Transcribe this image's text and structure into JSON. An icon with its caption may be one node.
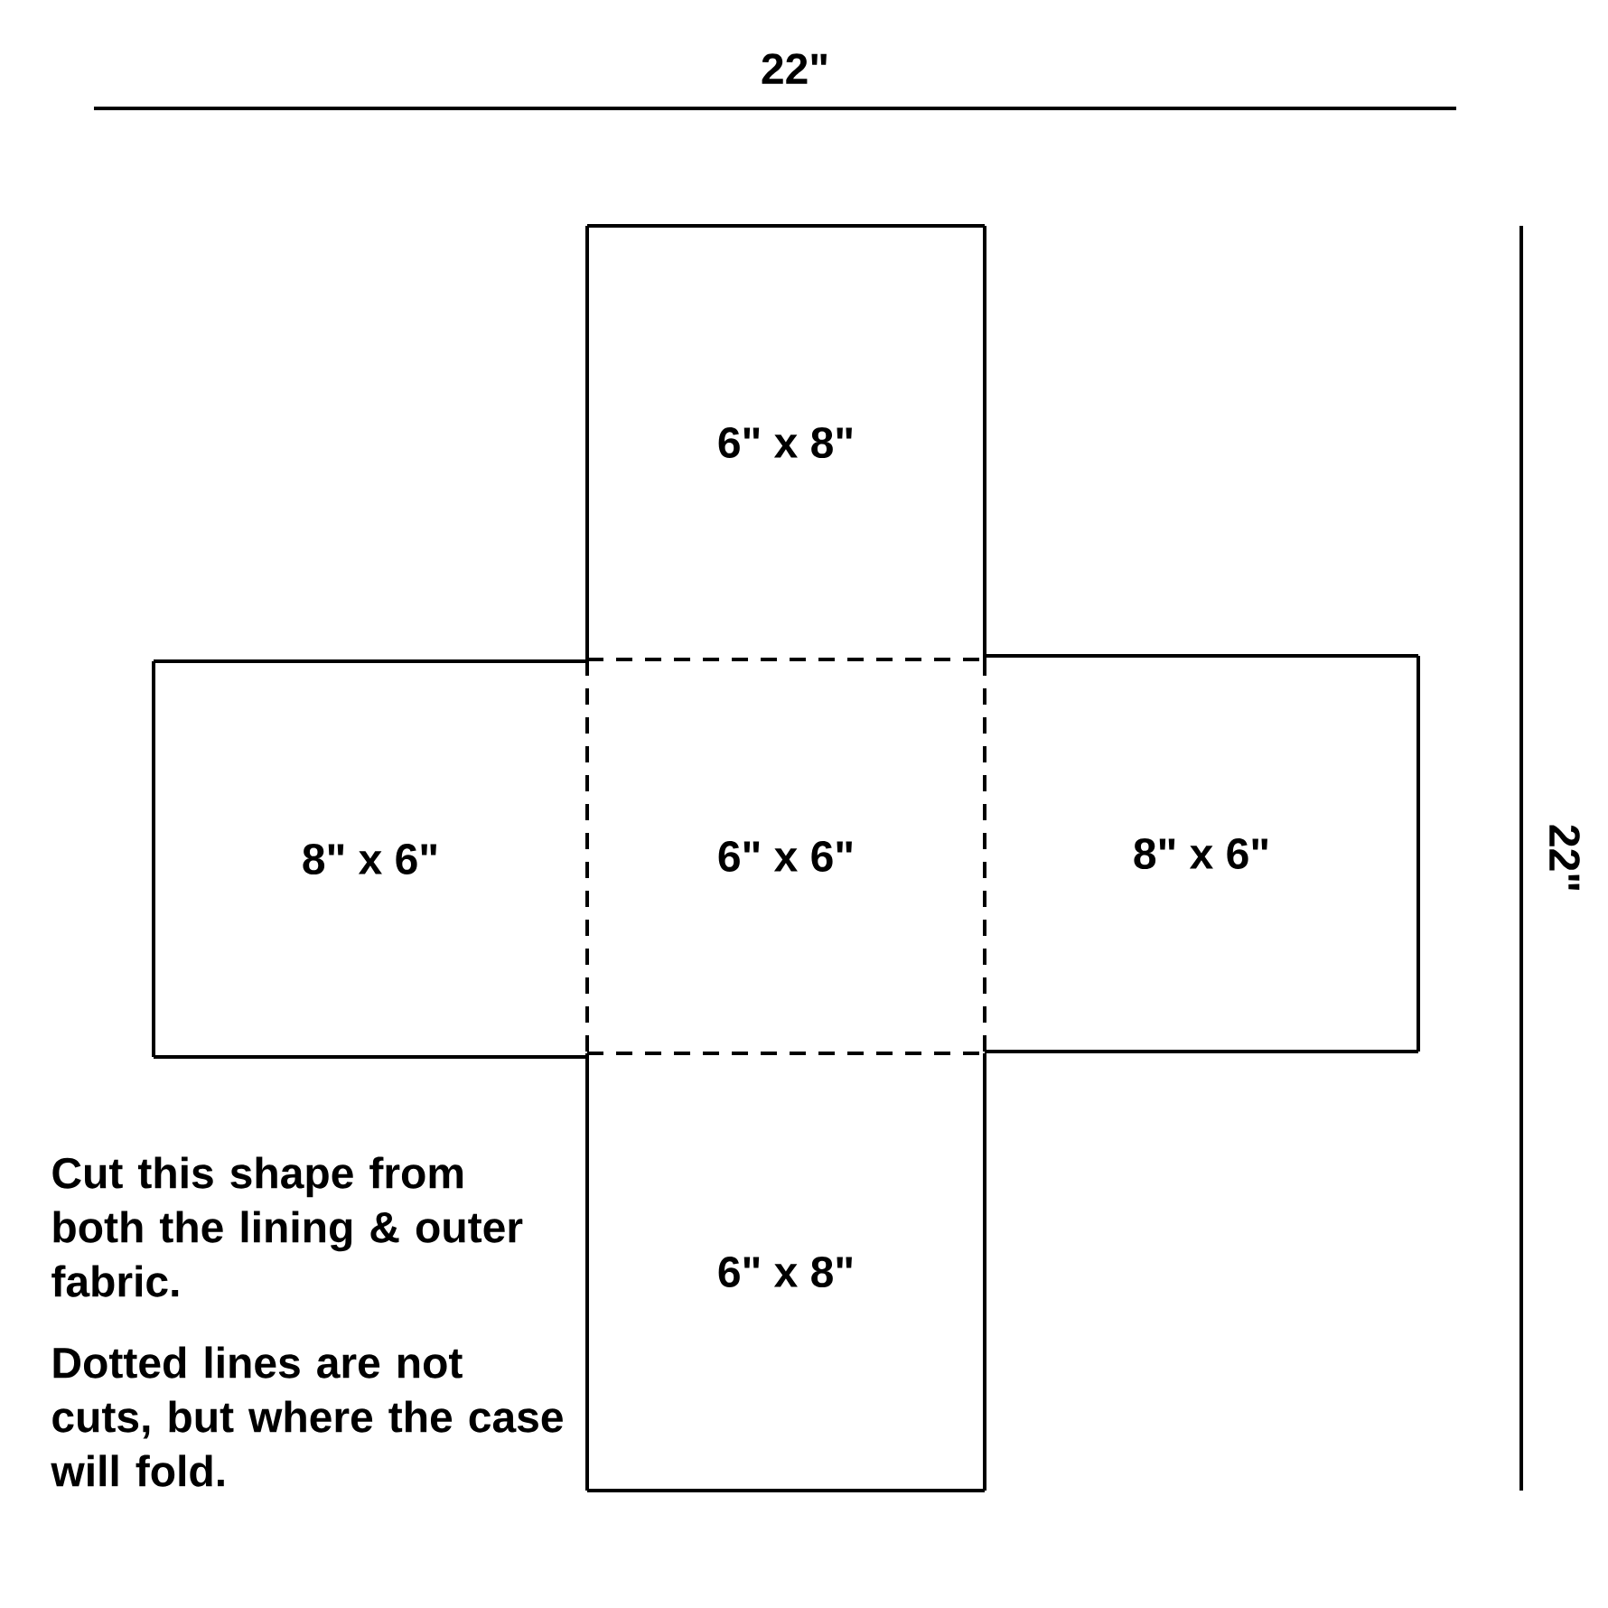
{
  "diagram": {
    "nodes": [
      {
        "text": [
          "6\" x 8\""
        ]
      },
      {
        "text": [
          "8\" x 6\""
        ]
      },
      {
        "text": [
          "6\" x 6\""
        ]
      },
      {
        "text": [
          "8\" x 6\""
        ]
      },
      {
        "text": [
          "6\" x 8\""
        ]
      }
    ],
    "labels": [
      "22\"",
      "22\"",
      "Cut this shape from both the lining & outer fabric.",
      "Dotted lines are not cuts, but where the case will fold."
    ]
  }
}
